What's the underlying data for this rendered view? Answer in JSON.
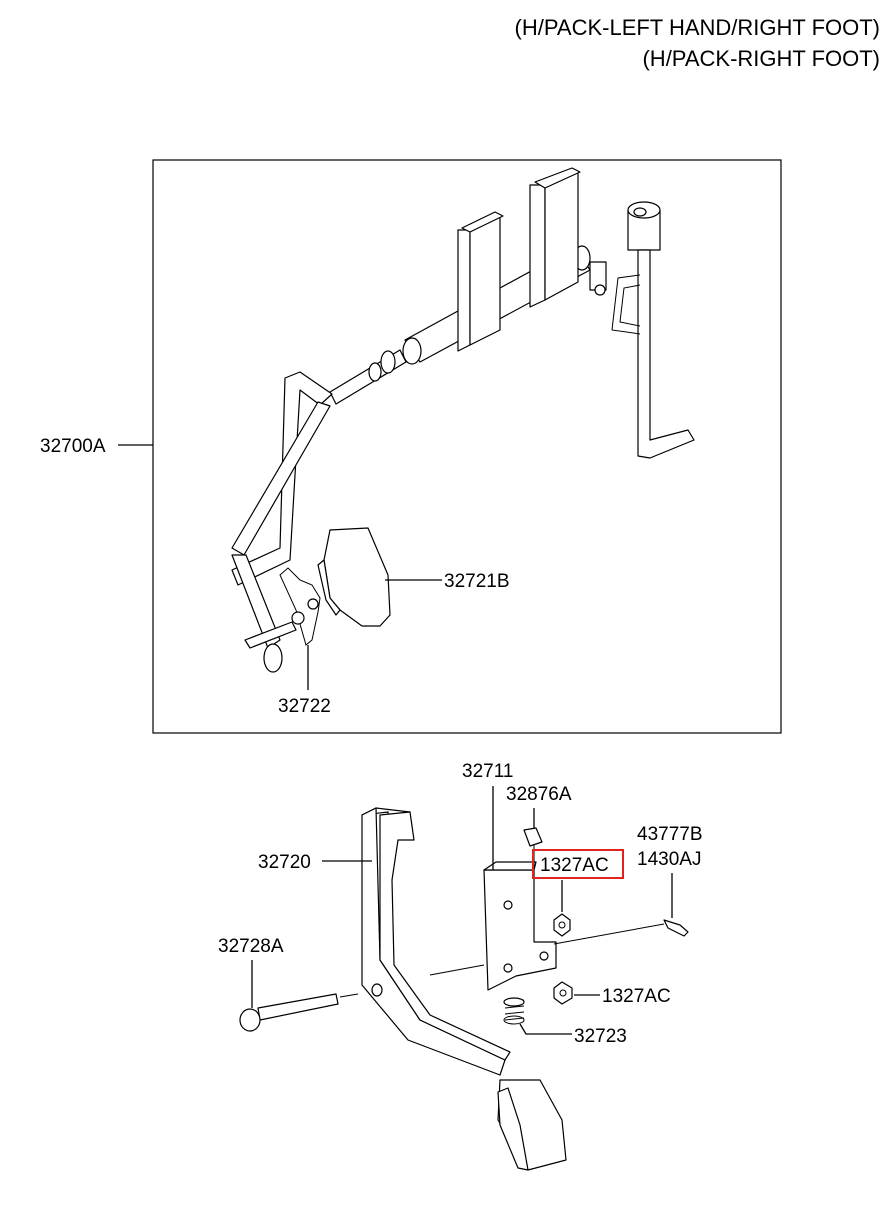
{
  "header": {
    "line1": "(H/PACK-LEFT HAND/RIGHT FOOT)",
    "line2": "(H/PACK-RIGHT FOOT)"
  },
  "labels": {
    "assembly": "32700A",
    "pad": "32721B",
    "clip": "32722",
    "bracket": "32711",
    "bolt": "32876A",
    "nut_highlighted": "1327AC",
    "pin_a": "43777B",
    "pin_b": "1430AJ",
    "pedal_arm": "32720",
    "pivot_bolt": "32728A",
    "nut_lower": "1327AC",
    "spring": "32723"
  },
  "highlight_color": "#e0231c"
}
